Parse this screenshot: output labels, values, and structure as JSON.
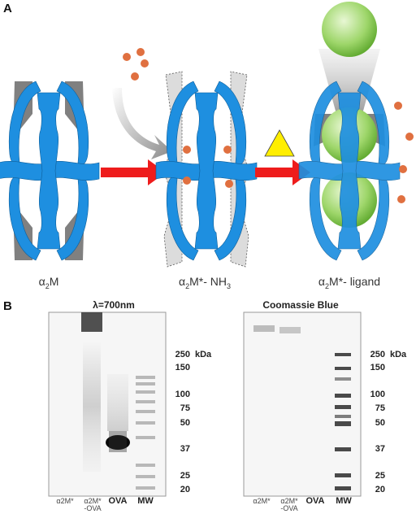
{
  "panel_a": {
    "letter": "A",
    "stages": [
      {
        "alpha": "α",
        "sub": "2",
        "rest": "M"
      },
      {
        "alpha": "α",
        "sub": "2",
        "rest": "M*- NH",
        "sub2": "3"
      },
      {
        "alpha": "α",
        "sub": "2",
        "rest": "M*- ligand"
      }
    ]
  },
  "panel_b": {
    "letter": "B",
    "gel_left": {
      "title": "λ=700nm",
      "lanes": [
        {
          "line1": "α2M*",
          "line2": ""
        },
        {
          "line1": "α2M*",
          "line2": "-OVA"
        },
        {
          "line1": "OVA",
          "line2": ""
        },
        {
          "line1": "MW",
          "line2": ""
        }
      ]
    },
    "gel_right": {
      "title": "Coomassie Blue",
      "lanes": [
        {
          "line1": "α2M*",
          "line2": ""
        },
        {
          "line1": "α2M*",
          "line2": "-OVA"
        },
        {
          "line1": "OVA",
          "line2": ""
        },
        {
          "line1": "MW",
          "line2": ""
        }
      ]
    },
    "unit": "kDa",
    "mw_markers": [
      "250",
      "150",
      "100",
      "75",
      "50",
      "37",
      "25",
      "20"
    ]
  },
  "colors": {
    "protein": "#1e8fe0",
    "shadow": "#808080",
    "arrow": "#ee1c1c",
    "ligand": "#a8dc6a",
    "ammonia": "#e07040",
    "triangle": "#ffee00"
  }
}
